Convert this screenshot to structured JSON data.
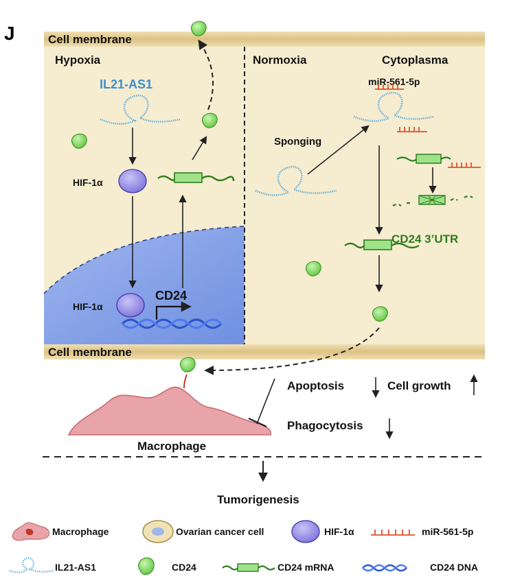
{
  "panel_label": "J",
  "membrane_top_label": "Cell membrane",
  "membrane_bottom_label": "Cell membrane",
  "hypoxia": {
    "title": "Hypoxia",
    "lncrna_label": "IL21-AS1",
    "hif_label_top": "HIF-1α",
    "hif_label_bottom": "HIF-1α",
    "gene_label": "CD24"
  },
  "normoxia": {
    "title": "Normoxia",
    "compartment_label": "Cytoplasma",
    "mirna_label": "miR-561-5p",
    "sponging_label": "Sponging",
    "utr_label": "CD24 3’UTR"
  },
  "outcomes": {
    "apoptosis": "Apoptosis",
    "cell_growth": "Cell growth",
    "phagocytosis": "Phagocytosis",
    "macrophage": "Macrophage",
    "tumorigenesis": "Tumorigenesis"
  },
  "legend": [
    {
      "icon": "macrophage-icon",
      "label": "Macrophage"
    },
    {
      "icon": "ovarian-cell-icon",
      "label": "Ovarian cancer cell"
    },
    {
      "icon": "hif-icon",
      "label": "HIF-1α"
    },
    {
      "icon": "mirna-icon",
      "label": "miR-561-5p"
    },
    {
      "icon": "il21-as1-icon",
      "label": "IL21-AS1"
    },
    {
      "icon": "cd24-icon",
      "label": "CD24"
    },
    {
      "icon": "cd24-mrna-icon",
      "label": "CD24 mRNA"
    },
    {
      "icon": "cd24-dna-icon",
      "label": "CD24 DNA"
    }
  ],
  "colors": {
    "cytoplasm": "#f6ecd0",
    "membrane": "#e3cd95",
    "nucleus": "#7f9ee8",
    "lncrna": "#4aa6dc",
    "hif": "#8b83e2",
    "cd24": "#7ed957",
    "mrna": "#2f7d1e",
    "mirna": "#e0502b",
    "macrophage": "#e9a4a9",
    "utr_text": "#2f7d1e",
    "lncrna_text": "#3b8fd0"
  }
}
